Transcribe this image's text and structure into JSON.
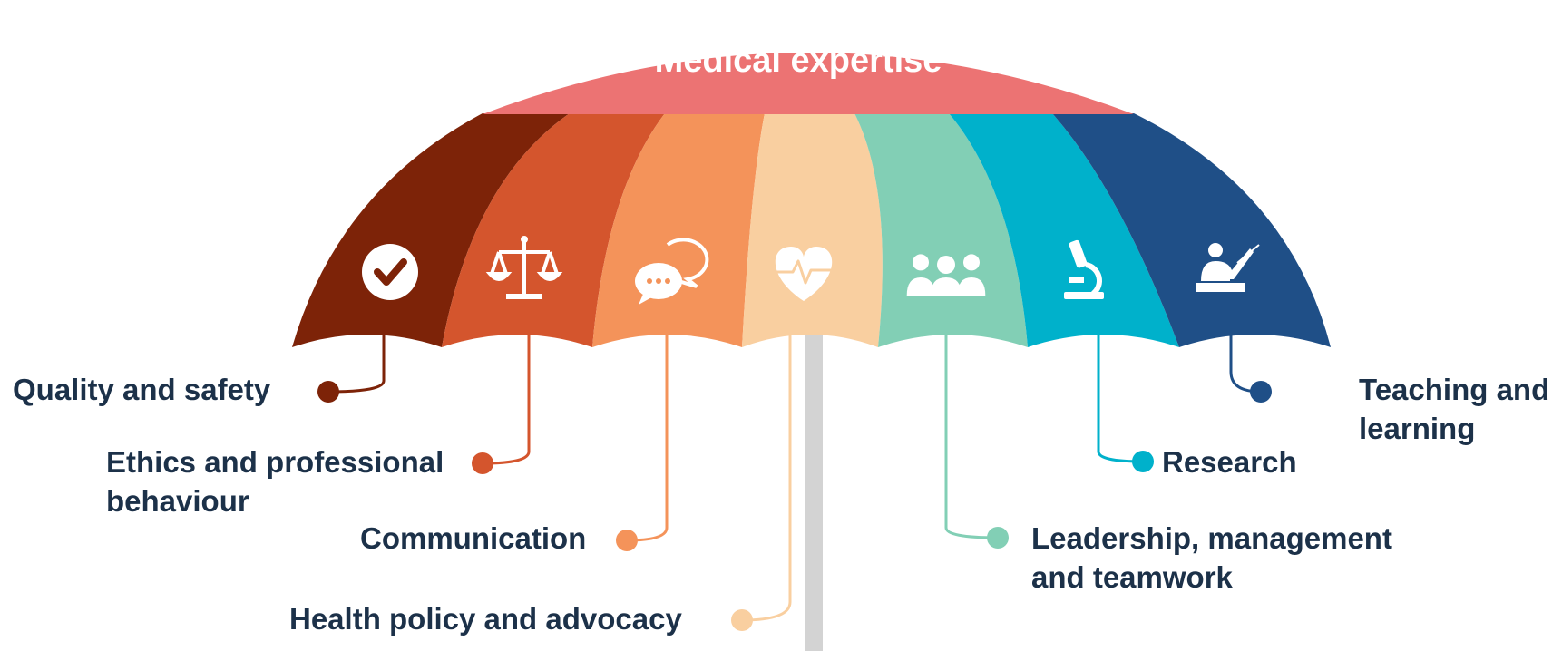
{
  "title": "Medical expertise",
  "colors": {
    "canopy_top": "#ec7373",
    "shaft": "#d3d3d3",
    "text": "#1c3149"
  },
  "segments": [
    {
      "label_lines": [
        "Quality and safety"
      ],
      "color": "#7d2308",
      "icon": "check-circle-icon"
    },
    {
      "label_lines": [
        "Ethics and professional",
        "behaviour"
      ],
      "color": "#d4552d",
      "icon": "scales-of-justice-icon"
    },
    {
      "label_lines": [
        "Communication"
      ],
      "color": "#f4935a",
      "icon": "speech-bubbles-icon"
    },
    {
      "label_lines": [
        "Health policy and advocacy"
      ],
      "color": "#f9cfa0",
      "icon": "heart-pulse-icon"
    },
    {
      "label_lines": [
        "Leadership, management",
        "and teamwork"
      ],
      "color": "#82cfb5",
      "icon": "people-group-icon"
    },
    {
      "label_lines": [
        "Research"
      ],
      "color": "#00b1cb",
      "icon": "microscope-icon"
    },
    {
      "label_lines": [
        "Teaching and",
        "learning"
      ],
      "color": "#1f4f87",
      "icon": "teacher-at-board-icon"
    }
  ]
}
